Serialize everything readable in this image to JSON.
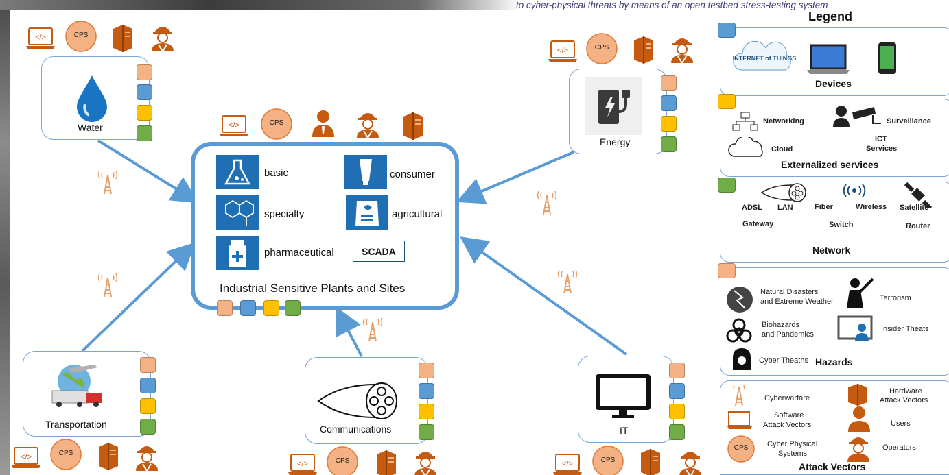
{
  "caption": "to cyber-physical threats by means of an open testbed stress-testing system",
  "central": {
    "title": "Industrial Sensitive Plants and Sites",
    "industries": [
      "basic",
      "consumer",
      "specialty",
      "agricultural",
      "pharmaceutical"
    ],
    "scada": "SCADA"
  },
  "nodes": {
    "water": "Water",
    "energy": "Energy",
    "transportation": "Transportation",
    "communications": "Communications",
    "it": "IT"
  },
  "cps_badge": "CPS",
  "code_glyph": "</>",
  "legend": {
    "heading": "Legend",
    "iot_logo": "INTERNET of THINGS",
    "devices": {
      "title": "Devices"
    },
    "externalized": {
      "title": "Externalized services",
      "networking": "Networking",
      "surveillance": "Surveillance",
      "ict": "ICT",
      "services": "Services",
      "cloud": "Cloud"
    },
    "network": {
      "title": "Network",
      "adsl": "ADSL",
      "lan": "LAN",
      "fiber": "Fiber",
      "wireless": "Wireless",
      "satellite": "Satellite",
      "gateway": "Gateway",
      "switch": "Switch",
      "router": "Router"
    },
    "hazards": {
      "title": "Hazards",
      "natural_1": "Natural Disasters",
      "natural_2": "and Extreme Weather",
      "terrorism": "Terrorism",
      "bio_1": "Biohazards",
      "bio_2": "and Pandemics",
      "insider": "Insider Theats",
      "cyber": "Cyber Theaths"
    },
    "attack": {
      "title": "Attack Vectors",
      "cyberwarfare": "Cyberwarfare",
      "hw_1": "Hardware",
      "hw_2": "Attack Vectors",
      "sw_1": "Software",
      "sw_2": "Attack Vectors",
      "users": "Users",
      "cps_1": "Cyber Physical",
      "cps_2": "Systems",
      "operators": "Operators"
    }
  },
  "colors": {
    "salmon": "#f4b183",
    "blue": "#5b9bd5",
    "yellow": "#ffc000",
    "green": "#70ad47",
    "accent_orange": "#c55a11",
    "badge": "#f4b183",
    "industry_blue": "#1f6fb2",
    "arrow": "#5b9bd5"
  }
}
